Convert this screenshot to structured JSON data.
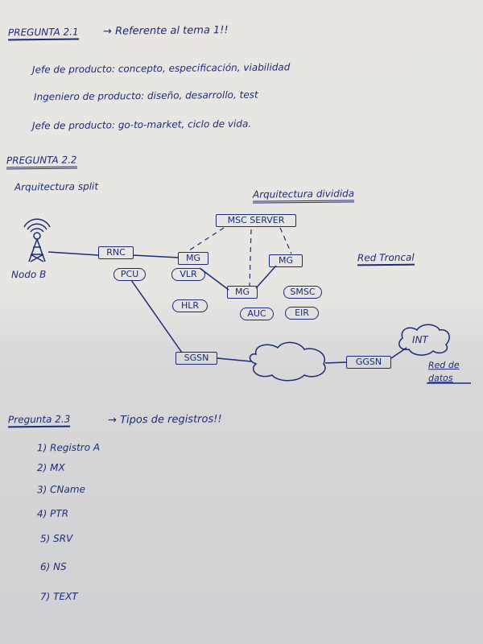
{
  "q21": {
    "heading": "PREGUNTA 2.1",
    "arrow_note": "→ Referente al tema 1!!",
    "lines": [
      "Jefe de producto: concepto, especificación, viabilidad",
      "Ingeniero de producto: diseño, desarrollo, test",
      "Jefe de producto: go-to-market, ciclo de vida."
    ]
  },
  "q22": {
    "heading": "PREGUNTA 2.2",
    "split_label": "Arquitectura split",
    "divided_label": "Arquitectura dividida",
    "core_network_label": "Red Troncal",
    "data_network_label": "Red de datos",
    "nodes": {
      "msc_server": "MSC SERVER",
      "rnc": "RNC",
      "pcu": "PCU",
      "mg1": "MG",
      "mg2": "MG",
      "mg3": "MG",
      "vlr": "VLR",
      "hlr": "HLR",
      "auc": "AUC",
      "smsc": "SMSC",
      "eir": "EIR",
      "sgsn": "SGSN",
      "ggsn": "GGSN",
      "internet": "INT",
      "nodo_b": "Nodo B"
    }
  },
  "q23": {
    "heading": "Pregunta 2.3",
    "arrow_note": "→ Tipos de registros!!",
    "items": [
      "1) Registro A",
      "2) MX",
      "3) CName",
      "4) PTR",
      "5) SRV",
      "6) NS",
      "7) TEXT"
    ]
  }
}
